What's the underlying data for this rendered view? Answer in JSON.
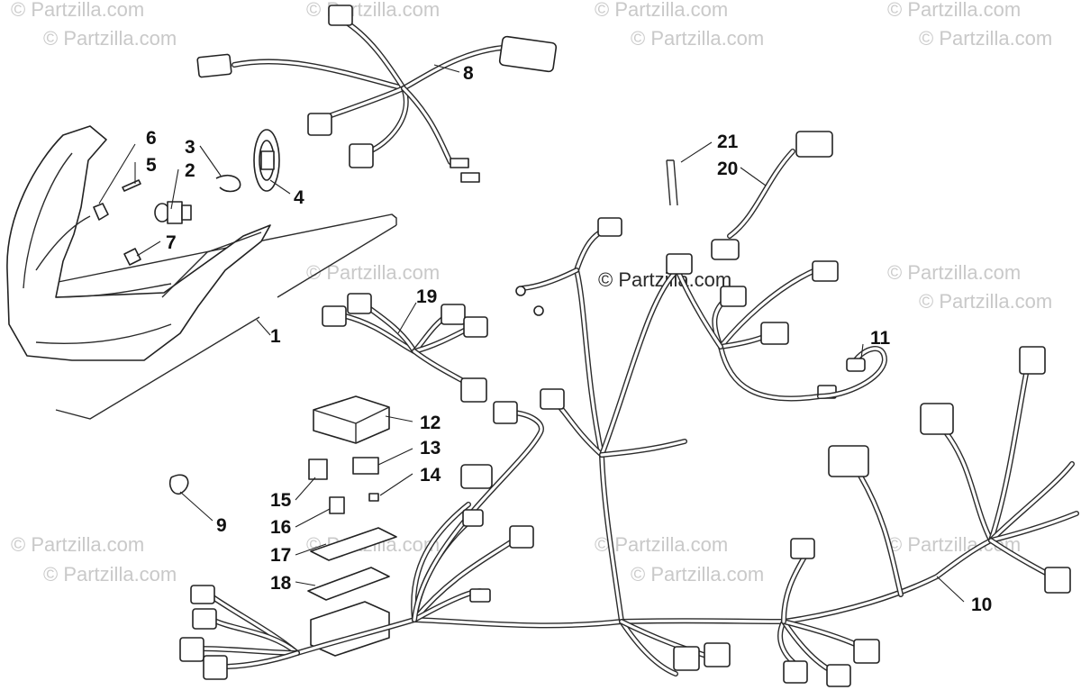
{
  "watermarks": {
    "text": "© Partzilla.com",
    "center_text": "© Partzilla.com"
  },
  "callouts": [
    {
      "label": "1"
    },
    {
      "label": "2"
    },
    {
      "label": "3"
    },
    {
      "label": "4"
    },
    {
      "label": "5"
    },
    {
      "label": "6"
    },
    {
      "label": "7"
    },
    {
      "label": "8"
    },
    {
      "label": "9"
    },
    {
      "label": "10"
    },
    {
      "label": "11"
    },
    {
      "label": "12"
    },
    {
      "label": "13"
    },
    {
      "label": "14"
    },
    {
      "label": "15"
    },
    {
      "label": "16"
    },
    {
      "label": "17"
    },
    {
      "label": "18"
    },
    {
      "label": "19"
    },
    {
      "label": "20"
    },
    {
      "label": "21"
    }
  ],
  "colors": {
    "line": "#222222",
    "watermark": "#c9c9c9",
    "background": "#ffffff"
  }
}
